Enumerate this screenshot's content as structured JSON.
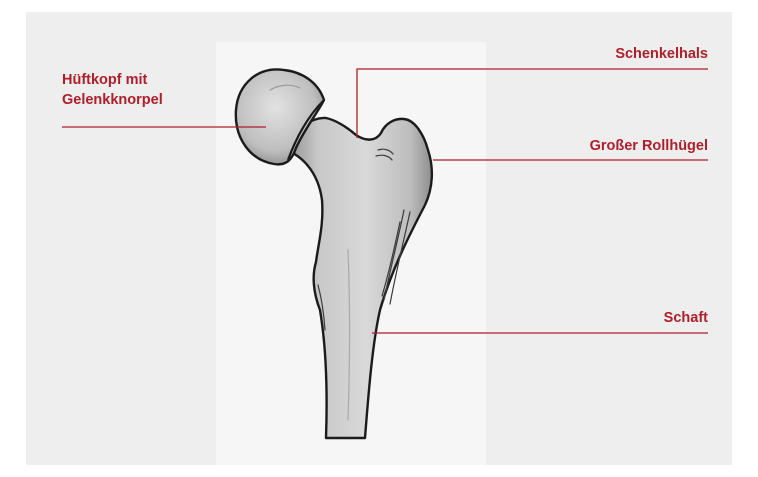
{
  "figure": {
    "subject": "Oberschenkelknochen (Femur), proximales Ende",
    "accent_color": "#b01e2a",
    "background_color": "#eeeeee"
  },
  "labels": {
    "head": {
      "line1": "Hüftkopf mit",
      "line2": "Gelenkknorpel"
    },
    "neck": "Schenkelhals",
    "trochanter": "Großer Rollhügel",
    "shaft": "Schaft"
  }
}
